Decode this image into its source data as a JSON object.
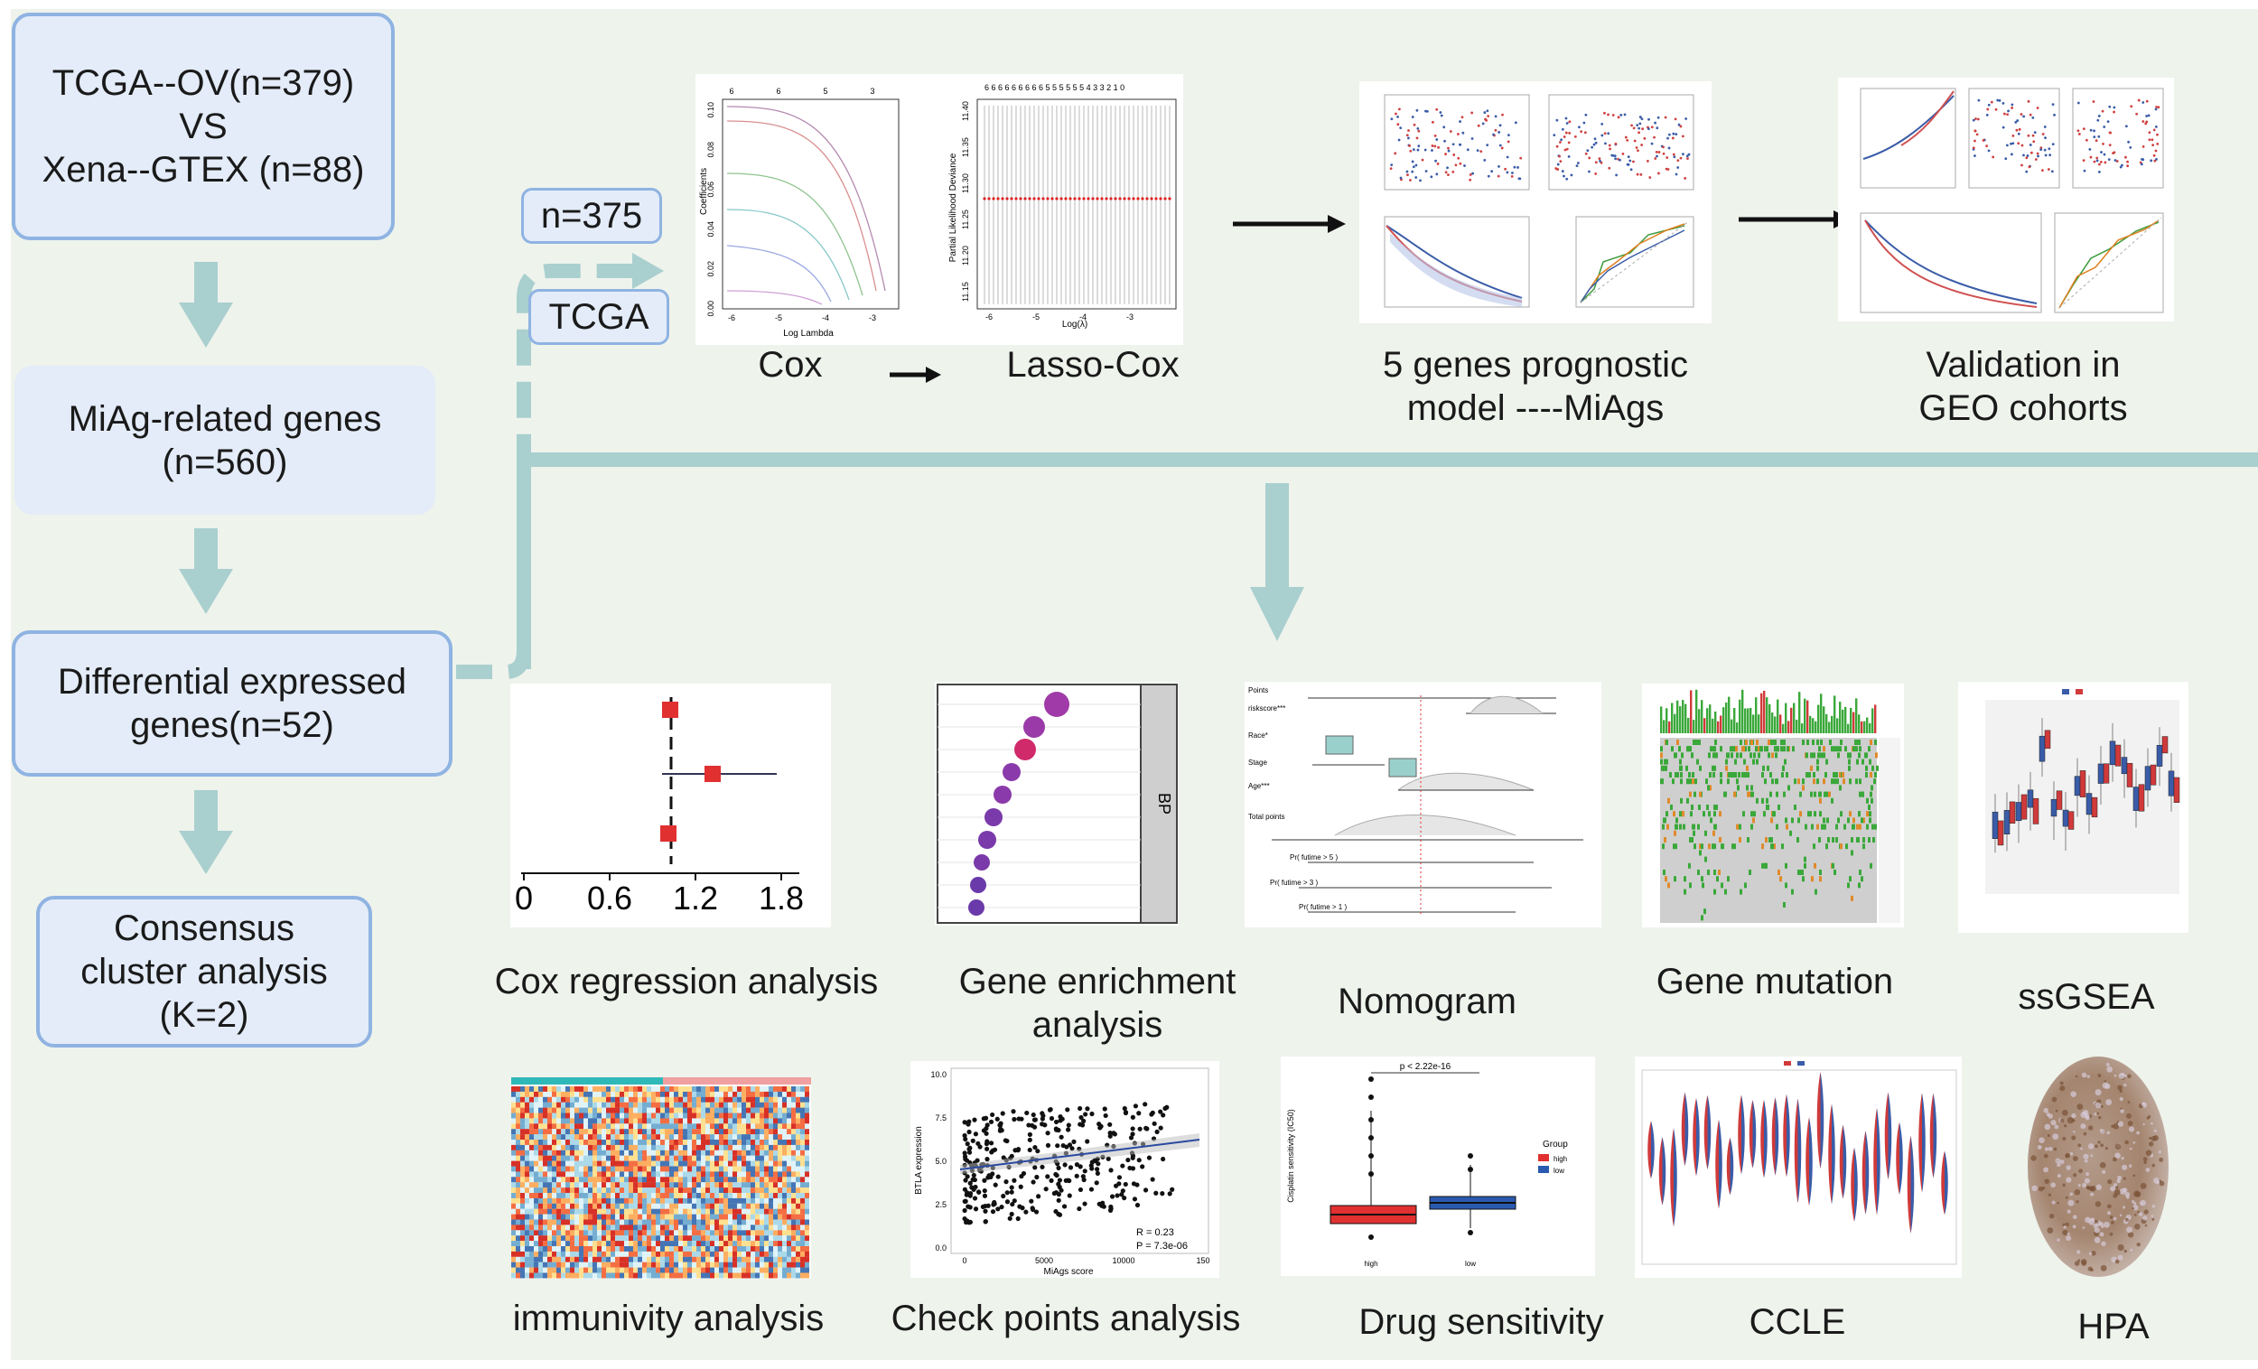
{
  "left_flow": {
    "box1": "TCGA--OV(n=379)\nVS\nXena--GTEX (n=88)",
    "box2": "MiAg-related  genes\n(n=560)",
    "box3": "Differential expressed\ngenes(n=52)",
    "box4": "Consensus\ncluster analysis\n(K=2)"
  },
  "tags": {
    "n375": "n=375",
    "tcga": "TCGA"
  },
  "top_row": {
    "cox": "Cox",
    "lasso": "Lasso-Cox",
    "model": "5 genes prognostic\nmodel ----MiAgs",
    "validation": "Validation in\nGEO cohorts",
    "cox_plot": {
      "xlabel": "Log Lambda",
      "ylabel": "Coefficients",
      "xticks": [
        "-6",
        "-5",
        "-4",
        "-3"
      ],
      "yticks": [
        "0.10",
        "0.08",
        "0.06",
        "0.04",
        "0.02",
        "0.00"
      ],
      "top_ticks": [
        "6",
        "6",
        "5",
        "3"
      ]
    },
    "lasso_plot": {
      "xlabel": "Log(λ)",
      "ylabel": "Partial Likelihood Deviance",
      "xticks": [
        "-6",
        "-5",
        "-4",
        "-3"
      ],
      "yticks": [
        "11.40",
        "11.35",
        "11.30",
        "11.25",
        "11.20",
        "11.15"
      ],
      "top_ticks": "6 6 6 6 6 6 6 6 6 5 5 5 5 5 5 4 3 3 2 1 0"
    }
  },
  "middle_row": {
    "cox_reg": "Cox regression analysis",
    "enrich": "Gene enrichment\nanalysis",
    "nomogram": "Nomogram",
    "mutation": "Gene mutation",
    "ssgsea": "ssGSEA",
    "forest_axis": [
      "0",
      "0.6",
      "1.2",
      "1.8"
    ],
    "enrich_facet": "BP",
    "nomo_rows": [
      "Points",
      "riskscore***",
      "Race*",
      "Stage",
      "Age***",
      "Total points",
      "Pr( futime > 5 )",
      "Pr( futime > 3 )",
      "Pr( futime > 1 )"
    ]
  },
  "bottom_row": {
    "immunity": "immunivity analysis",
    "checkpoints": "Check points analysis",
    "drug": "Drug sensitivity",
    "ccle": "CCLE",
    "hpa": "HPA",
    "scatter": {
      "ylabel": "BTLA expression",
      "xlabel": "MiAgs score",
      "r": "R = 0.23",
      "p": "P = 7.3e-06",
      "xticks": [
        "0",
        "5000",
        "10000",
        "150"
      ],
      "yticks": [
        "10.0",
        "7.5",
        "5.0",
        "2.5",
        "0.0"
      ]
    },
    "box": {
      "pval": "p < 2.22e-16",
      "ylabel": "Cisplatin sensitivity (IC50)",
      "legend_title": "Group",
      "legend": [
        "high",
        "low"
      ],
      "xticks": [
        "high",
        "low"
      ]
    }
  },
  "colors": {
    "accent_teal": "#a9cfcf",
    "box_border": "#8fb3e2",
    "box_fill": "#e3ecf8",
    "bg": "#eef3ec"
  }
}
